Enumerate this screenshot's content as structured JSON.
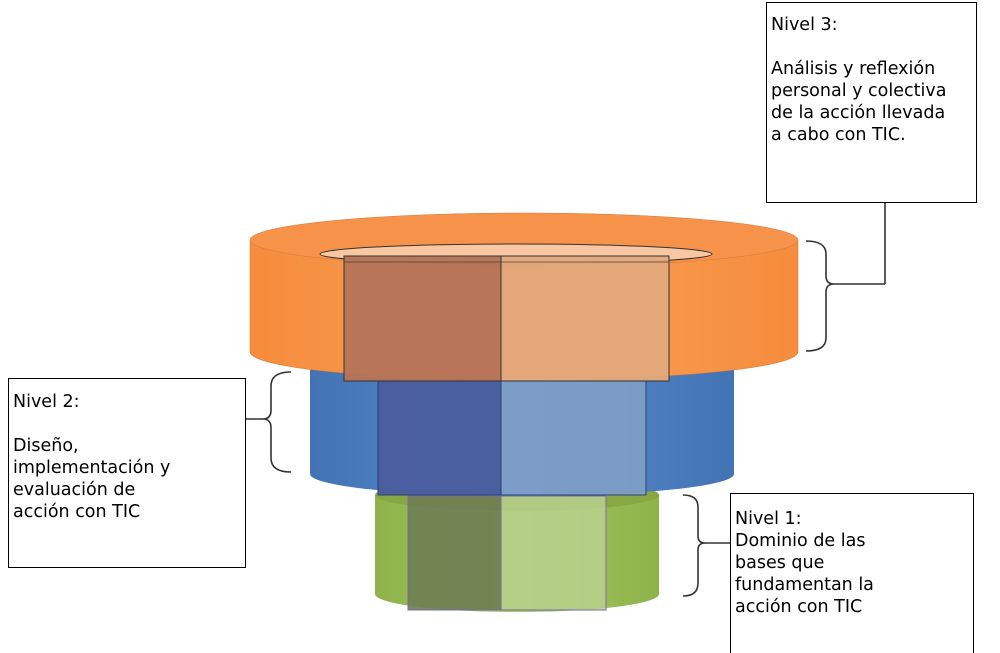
{
  "levels": [
    {
      "heading": "Nivel 3:",
      "lines": [
        "Análisis y reflexión",
        "personal y colectiva",
        "de la acción llevada",
        "a cabo con TIC."
      ],
      "color": "#f79646"
    },
    {
      "heading": "Nivel 2:",
      "lines": [
        "Diseño,",
        "implementación y",
        "evaluación de",
        "acción con TIC"
      ],
      "color": "#4f81bd"
    },
    {
      "heading": "Nivel 1:",
      "lines": [
        "Dominio de las",
        "bases que",
        "fundamentan la",
        "acción con TIC"
      ],
      "color": "#9bbb59"
    }
  ]
}
